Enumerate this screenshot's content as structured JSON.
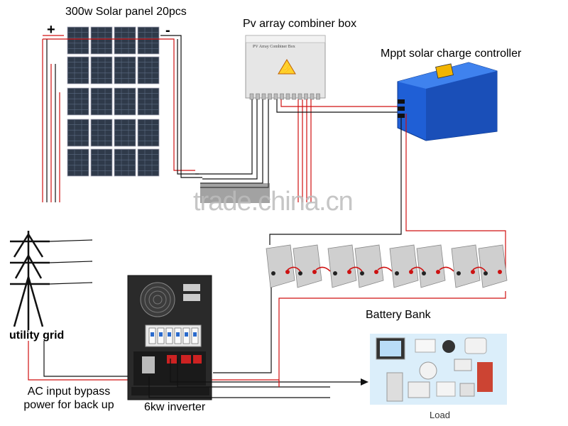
{
  "labels": {
    "panels": "300w Solar panel 20pcs",
    "combiner": "Pv array combiner box",
    "combiner_face": "PV Array Combiner Box",
    "mppt": "Mppt solar charge controller",
    "battery_bank": "Battery Bank",
    "utility_grid": "utility grid",
    "ac_input_line1": "AC input bypass",
    "ac_input_line2": "power for back up",
    "inverter": "6kw inverter",
    "load": "Load",
    "plus": "+",
    "minus": "-"
  },
  "watermark": "trade.china.cn",
  "counts": {
    "panels": 20,
    "battery_units": 8
  },
  "colors": {
    "panel": "#2f3a4a",
    "panel_cell": "#5b6b82",
    "wire_pos": "#d01010",
    "wire_neg": "#111111",
    "mppt_body": "#1f5fd6",
    "combiner_body": "#e6e6e6",
    "battery": "#cfcfcf",
    "inverter": "#2a2a2a"
  }
}
